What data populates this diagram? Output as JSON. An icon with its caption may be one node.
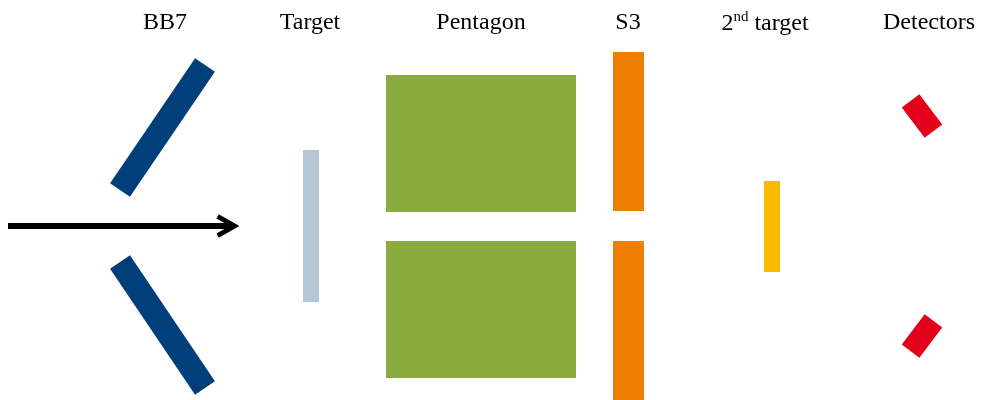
{
  "diagram": {
    "labels": [
      "BB7",
      "Target",
      "Pentagon",
      "S3",
      "2$^{nd}$ target",
      "Detectors"
    ]
  }
}
